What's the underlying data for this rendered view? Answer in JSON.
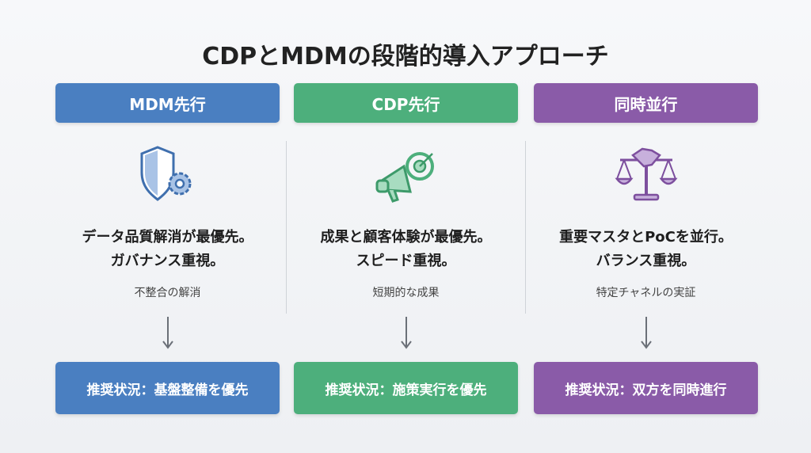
{
  "title": "CDPとMDMの段階的導入アプローチ",
  "columns": [
    {
      "header": "MDM先行",
      "icon": "shield-gear-icon",
      "line1": "データ品質解消が最優先。",
      "line2": "ガバナンス重視。",
      "sub": "不整合の解消",
      "footer": "推奨状況：基盤整備を優先",
      "color": "#4a7fc1"
    },
    {
      "header": "CDP先行",
      "icon": "megaphone-target-icon",
      "line1": "成果と顧客体験が最優先。",
      "line2": "スピード重視。",
      "sub": "短期的な成果",
      "footer": "推奨状況：施策実行を優先",
      "color": "#4daf7c"
    },
    {
      "header": "同時並行",
      "icon": "scale-handshake-icon",
      "line1": "重要マスタとPoCを並行。",
      "line2": "バランス重視。",
      "sub": "特定チャネルの実証",
      "footer": "推奨状況：双方を同時進行",
      "color": "#8a5ba8"
    }
  ]
}
